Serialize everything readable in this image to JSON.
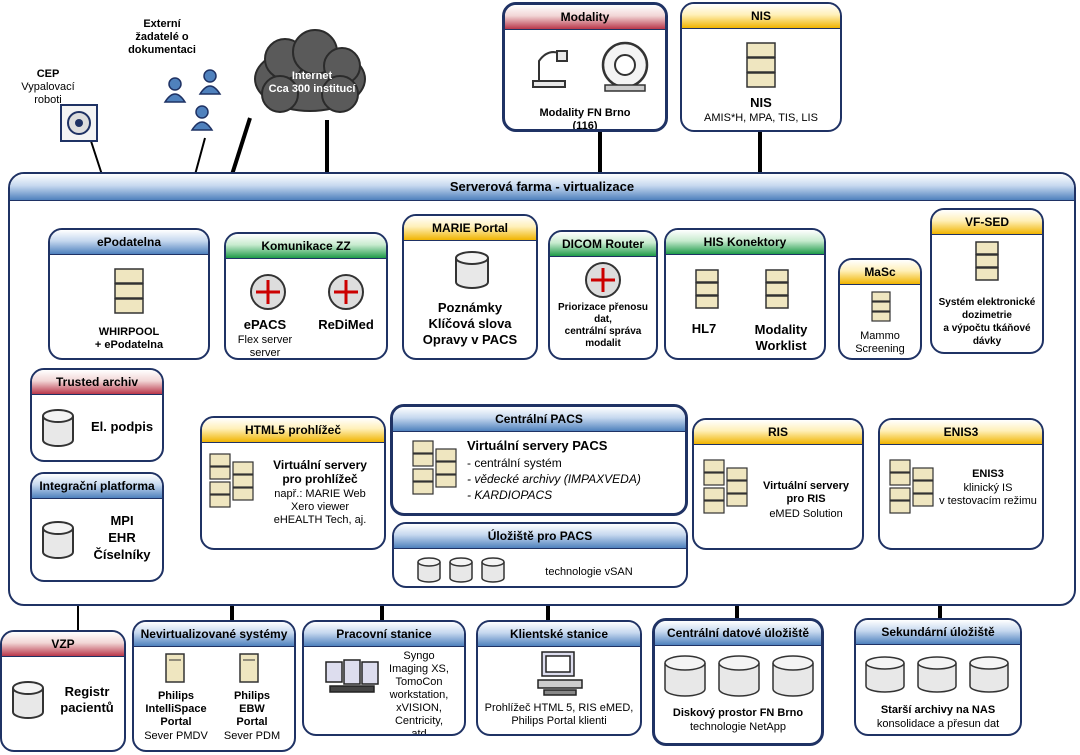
{
  "top": {
    "cep": {
      "title": "CEP",
      "sub": "Vypalovací\nroboti"
    },
    "ext": {
      "title": "Externí\nžadatelé o\ndokumentaci"
    },
    "internet": {
      "title": "Internet",
      "sub": "Cca 300 institucí"
    },
    "modality": {
      "header": "Modality",
      "label": "Modality FN Brno\n(116)"
    },
    "nis": {
      "header": "NIS",
      "title": "NIS",
      "sub": "AMIS*H, MPA, TIS, LIS"
    }
  },
  "farm": {
    "header": "Serverová farma - virtualizace"
  },
  "boxes": {
    "epodatelna": {
      "header": "ePodatelna",
      "label": "WHIRPOOL\n+ ePodatelna"
    },
    "komunikace": {
      "header": "Komunikace ZZ",
      "epacs": "ePACS",
      "epacs_sub": "Flex server\nserver",
      "redimed": "ReDiMed"
    },
    "marie": {
      "header": "MARIE Portal",
      "label": "Poznámky\nKlíčová slova\nOpravy v PACS"
    },
    "dicom": {
      "header": "DICOM Router",
      "label": "Priorizace přenosu\ndat,\ncentrální správa\nmodalit"
    },
    "his": {
      "header": "HIS Konektory",
      "hl7": "HL7",
      "mw": "Modality\nWorklist"
    },
    "masc": {
      "header": "MaSc",
      "label": "Mammo\nScreening"
    },
    "vfsed": {
      "header": "VF-SED",
      "label": "Systém elektronické\ndozimetrie\na výpočtu tkáňové\ndávky"
    },
    "trusted": {
      "header": "Trusted archiv",
      "label": "El. podpis"
    },
    "integr": {
      "header": "Integrační platforma",
      "label": "MPI\nEHR\nČíselníky"
    },
    "html5": {
      "header": "HTML5 prohlížeč",
      "title": "Virtuální servery\npro prohlížeč",
      "sub": "např.: MARIE Web\nXero viewer\neHEALTH Tech, aj."
    },
    "cpacs": {
      "header": "Centrální PACS",
      "title": "Virtuální servery PACS",
      "l1": "- centrální systém",
      "l2": "- vědecké archivy  (IMPAXVEDA)",
      "l3": "- KARDIOPACS"
    },
    "uloziste": {
      "header": "Úložiště pro PACS",
      "label": "technologie vSAN"
    },
    "ris": {
      "header": "RIS",
      "title": "Virtuální servery\npro RIS",
      "sub": "eMED Solution"
    },
    "enis": {
      "header": "ENIS3",
      "title": "ENIS3",
      "sub": "klinický IS\nv testovacím režimu"
    }
  },
  "bottom": {
    "vzp": {
      "header": "VZP",
      "label": "Registr\npacientů"
    },
    "nevirt": {
      "header": "Nevirtualizované systémy",
      "p1": "Philips\nIntelliSpace\nPortal",
      "p1s": "Sever PMDV",
      "p2": "Philips\nEBW\nPortal",
      "p2s": "Sever PDM"
    },
    "pracovni": {
      "header": "Pracovní stanice",
      "label": "Syngo\nImaging XS,\nTomoCon\nworkstation,\nxVISION,\nCentricity,\natd"
    },
    "klient": {
      "header": "Klientské stanice",
      "label": "Prohlížeč HTML 5, RIS eMED,\nPhilips Portal klienti"
    },
    "centralni": {
      "header": "Centrální datové úložiště",
      "title": "Diskový prostor FN Brno",
      "sub": "technologie NetApp"
    },
    "sekund": {
      "header": "Sekundární úložiště",
      "title": "Starší archivy na NAS",
      "sub": "konsolidace a přesun dat"
    }
  },
  "colors": {
    "border": "#1f3264",
    "blue": "#4f81bd",
    "green": "#1e9b49",
    "yellow": "#f0b400",
    "red": "#b9374a"
  }
}
